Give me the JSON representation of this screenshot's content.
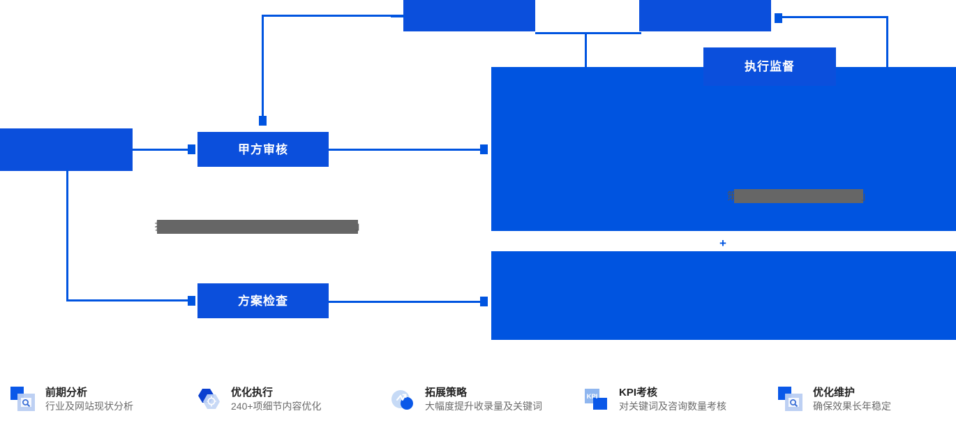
{
  "theme": {
    "primary_blue": "#0054e0",
    "box_blue": "#0b4fdc",
    "icon_blue": "#0a58e8",
    "icon_light": "#a9c6f2",
    "redaction_gray": "#666666",
    "title_color": "#222222",
    "subtitle_color": "#6b6b6b",
    "background": "#ffffff"
  },
  "flow": {
    "boxes": [
      {
        "id": "top-left-partial",
        "label": ""
      },
      {
        "id": "top-right-partial",
        "label": ""
      },
      {
        "id": "exec-supervision",
        "label": "执行监督"
      },
      {
        "id": "left-partial",
        "label": ""
      },
      {
        "id": "party-a-review",
        "label": "甲方审核"
      },
      {
        "id": "plan-check",
        "label": "方案检查"
      }
    ],
    "panels": [
      {
        "id": "panel-upper",
        "label": ""
      },
      {
        "id": "panel-lower",
        "label": ""
      }
    ],
    "plus_symbol": "+",
    "redactions": [
      {
        "id": "redaction-left",
        "prefix": "扌",
        "suffix": "」"
      },
      {
        "id": "redaction-right",
        "prefix": "策",
        "suffix": "」"
      }
    ]
  },
  "features": [
    {
      "icon": "analysis-icon",
      "title": "前期分析",
      "subtitle": "行业及网站现状分析"
    },
    {
      "icon": "optimize-execution-icon",
      "title": "优化执行",
      "subtitle": "240+项细节内容优化"
    },
    {
      "icon": "expand-strategy-icon",
      "title": "拓展策略",
      "subtitle": "大幅度提升收录量及关键词"
    },
    {
      "icon": "kpi-icon",
      "title": "KPI考核",
      "subtitle": "对关键词及咨询数量考核"
    },
    {
      "icon": "maintenance-icon",
      "title": "优化维护",
      "subtitle": "确保效果长年稳定"
    }
  ]
}
